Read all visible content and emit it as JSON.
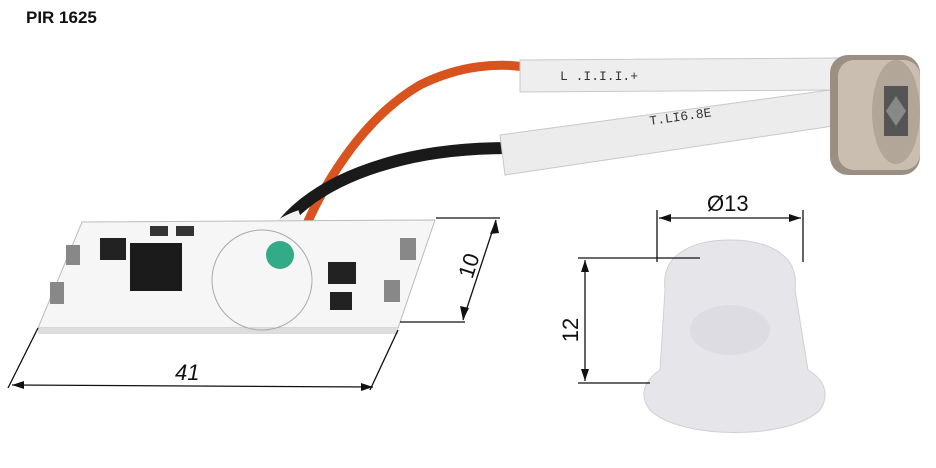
{
  "title": "PIR 1625",
  "dimensions": {
    "lens_diameter": "Ø13",
    "lens_height": "12",
    "board_width": "10",
    "board_length": "41"
  },
  "colors": {
    "pcb": "#f4f4f4",
    "wire_red": "#d9531e",
    "wire_black": "#1a1a1a",
    "sleeve": "#eeeeee",
    "lens": "#e6e6ea"
  }
}
